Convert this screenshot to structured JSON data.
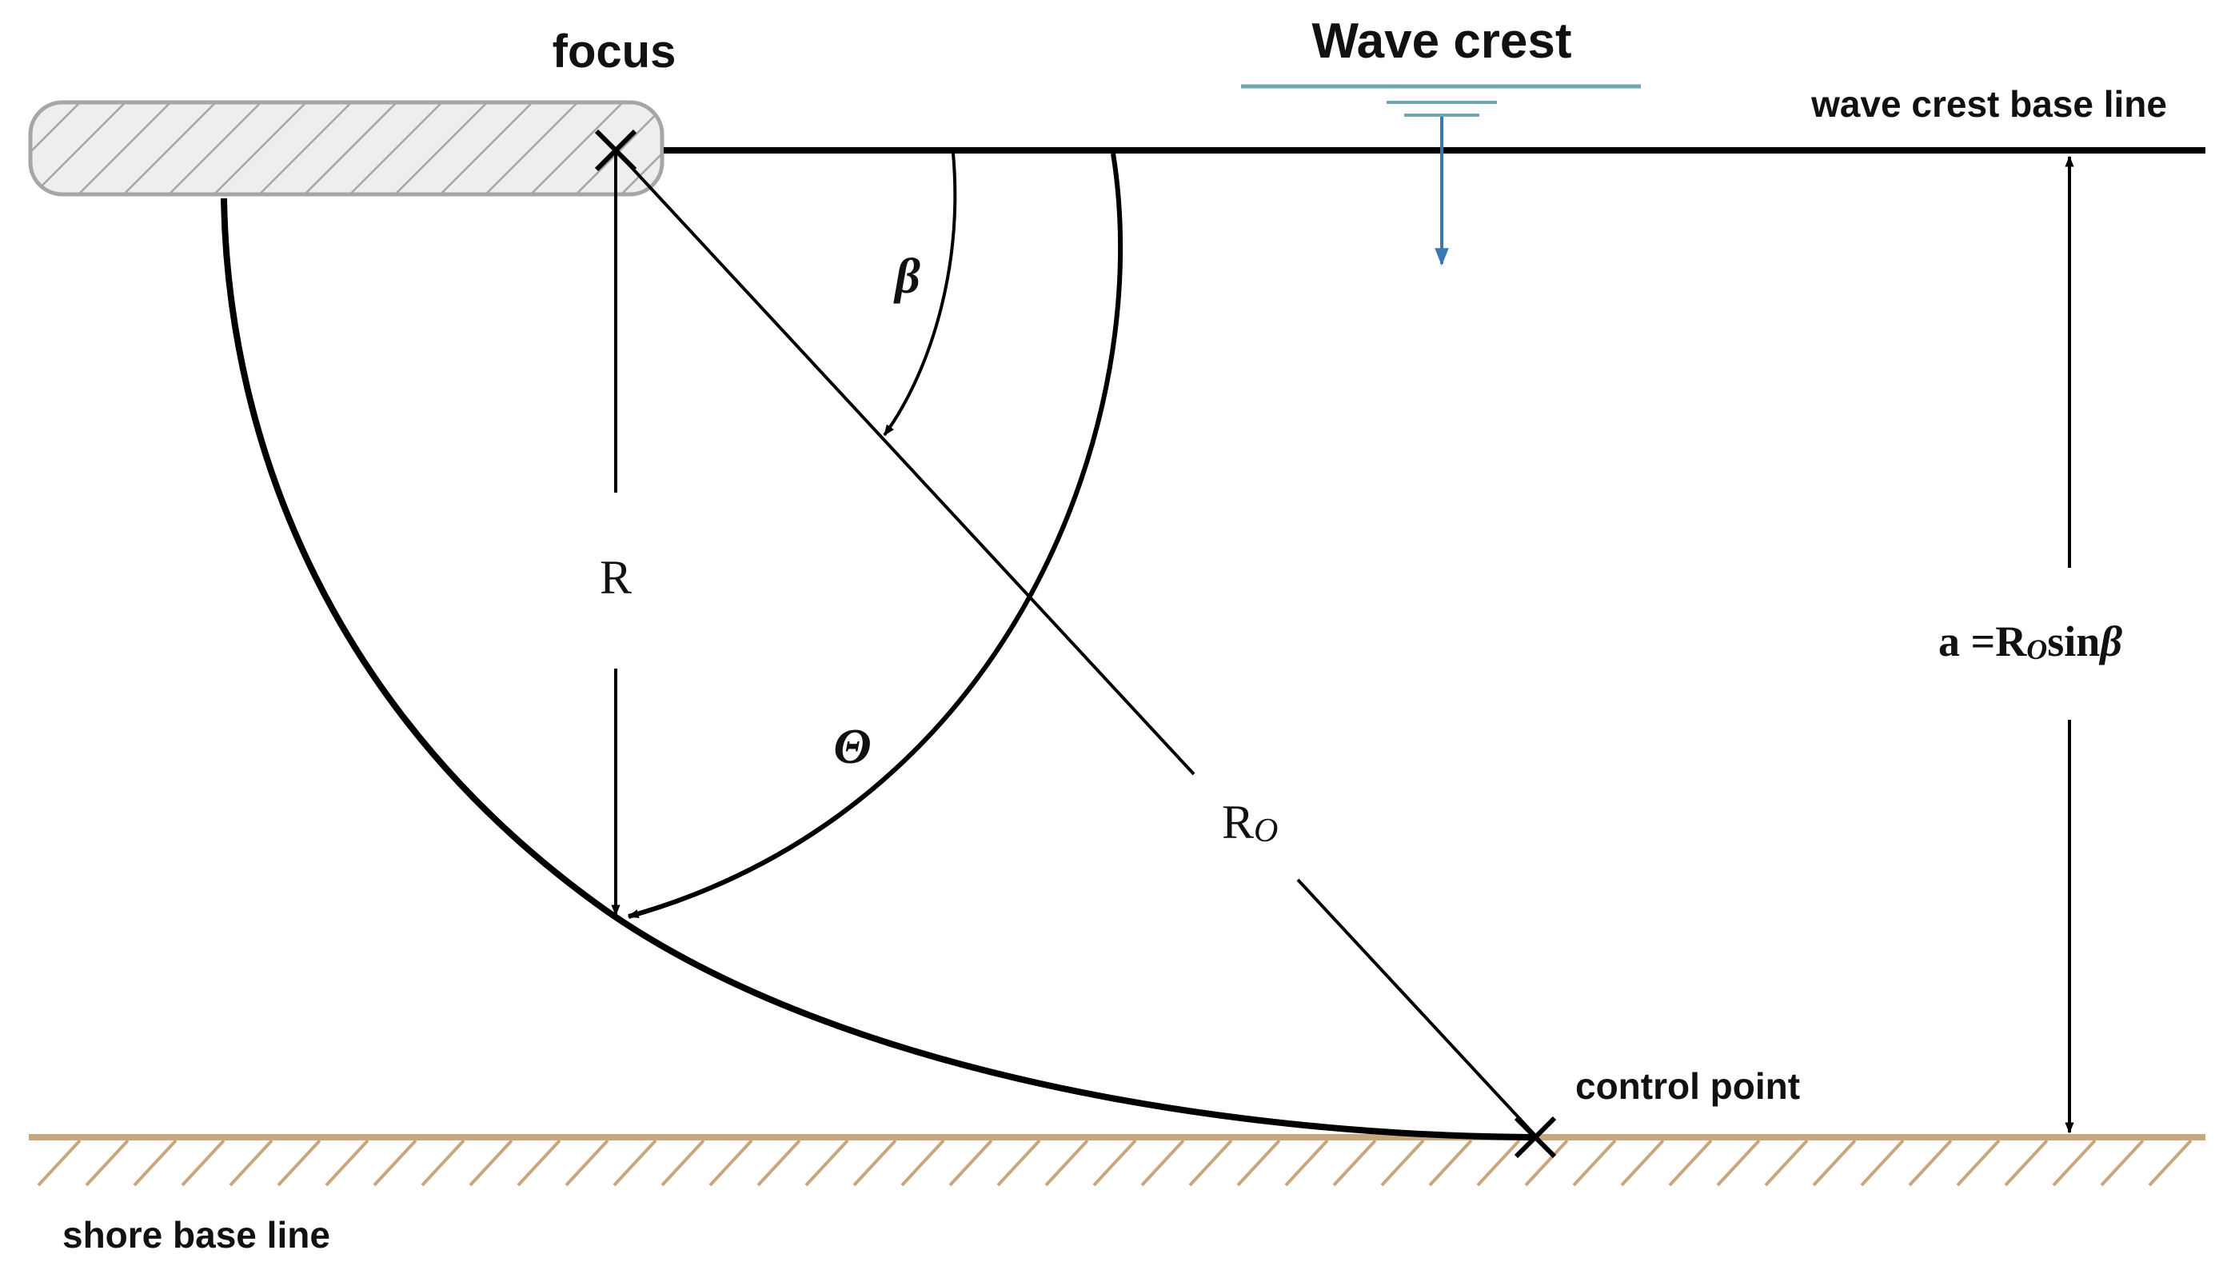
{
  "labels": {
    "focus": "focus",
    "wave_crest": "Wave crest",
    "wave_crest_base_line": "wave crest base line",
    "shore_base_line": "shore base line",
    "control_point": "control point",
    "beta": "β",
    "theta": "Θ",
    "r": "R",
    "r0_main": "R",
    "r0_sub": "O",
    "a_prefix": "a  =R",
    "a_sub": "O",
    "a_mid": "sin",
    "a_beta": "β"
  },
  "colors": {
    "line": "#000000",
    "breakwater_fill": "#eeeeee",
    "breakwater_stroke": "#a6a6a6",
    "shore": "#c8a67e",
    "wave_crest": "#6fa6b4",
    "wave_arrow": "#3a78b5"
  },
  "icons": {
    "focus_marker": "cross-marker",
    "control_point_marker": "cross-marker",
    "water_level_symbol": "water-level-icon"
  }
}
